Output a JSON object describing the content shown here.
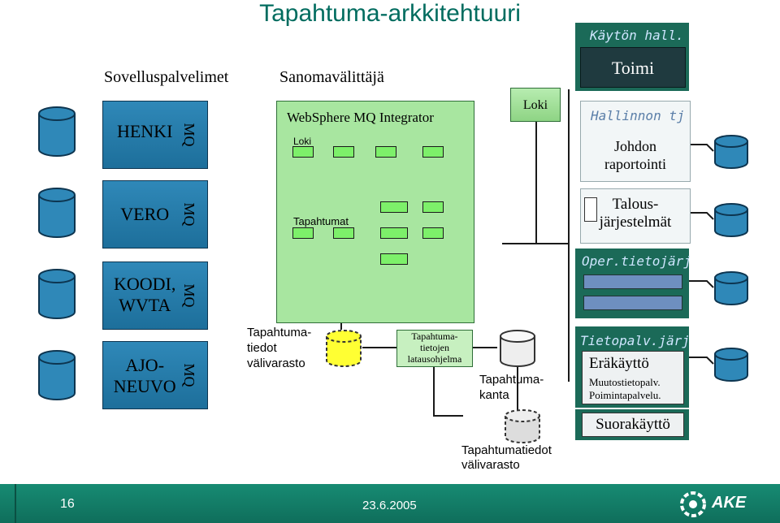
{
  "title": "Tapahtuma-arkkitehtuuri",
  "headers": {
    "sovellus": "Sovelluspalvelimet",
    "sanoma": "Sanomavälittäjä"
  },
  "systems": [
    {
      "name": "HENKI",
      "mq": "MQ"
    },
    {
      "name": "VERO",
      "mq": "MQ"
    },
    {
      "name": "KOODI,\nWVTA",
      "mq": "MQ"
    },
    {
      "name": "AJO-\nNEUVO",
      "mq": "MQ"
    }
  ],
  "broker": {
    "title": "WebSphere MQ Integrator",
    "loki": "Loki",
    "tapahtumat": "Tapahtumat"
  },
  "loki_box": "Loki",
  "flow": {
    "valivarasto1": "Tapahtuma-\ntiedot\nvälivarasto",
    "lataus": "Tapahtuma-\ntietojen\nlatausohjelma",
    "kanta": "Tapahtuma-\nkanta",
    "valivarasto2": "Tapahtumatiedot\nvälivarasto"
  },
  "right": {
    "kaytto_label": "Käytön hall.",
    "toimi": "Toimi",
    "hallinnon_label": "Hallinnon tj",
    "johdon": "Johdon\nraportointi",
    "talous": "Talous-\njärjestelmät",
    "oper_label": "Oper.tietojärj",
    "tietopalv_label": "Tietopalv.järj",
    "erakaytto": "Eräkäyttö",
    "muutos": "Muutostietopalv.",
    "poiminta": "Poimintapalvelu.",
    "suorakaytto": "Suorakäyttö"
  },
  "footer": {
    "page": "16",
    "date": "23.6.2005",
    "brand": "AKE"
  },
  "colors": {
    "accent": "#006c5f",
    "system_blue": "#2f88b8",
    "broker_green": "#a8e6a0",
    "dark": "#1f3a3f",
    "node_green": "#7df06a",
    "cyl_yellow": "#ffff33"
  }
}
